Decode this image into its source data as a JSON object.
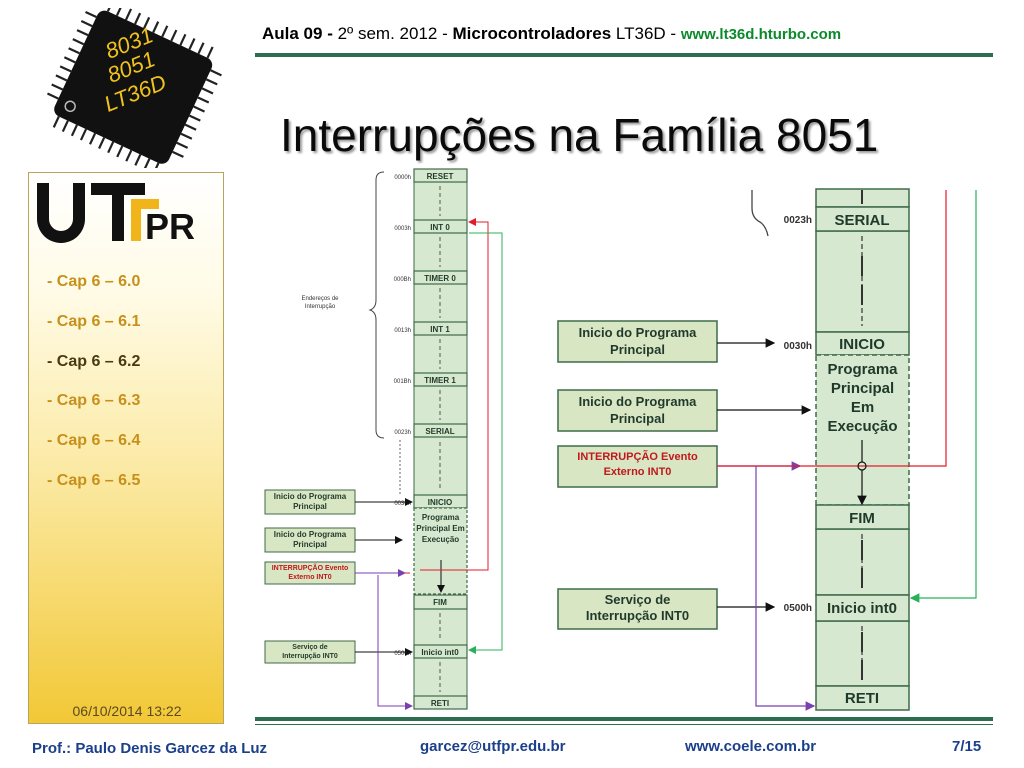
{
  "header": {
    "aula": "Aula 09 -",
    "semestre": "2º sem. 2012 -",
    "disciplina": "Microcontroladores",
    "codigo": "LT36D -",
    "url": "www.lt36d.hturbo.com"
  },
  "logo": {
    "chip_text": [
      "8031",
      "8051",
      "LT36D"
    ]
  },
  "title": "Interrupções na Família 8051",
  "sidebar": {
    "items": [
      {
        "label": "- Cap 6 – 6.0"
      },
      {
        "label": "- Cap 6 – 6.1"
      },
      {
        "label": "- Cap 6 – 6.2",
        "active": true
      },
      {
        "label": "- Cap 6 – 6.3"
      },
      {
        "label": "- Cap 6 – 6.4"
      },
      {
        "label": "- Cap 6 – 6.5"
      }
    ],
    "datetime": "06/10/2014 13:22"
  },
  "diagram_small": {
    "enderecos_label": [
      "Endereços de",
      "Interrupção"
    ],
    "blocks": [
      {
        "addr": "0000h",
        "label": "RESET"
      },
      {
        "addr": "0003h",
        "label": "INT 0"
      },
      {
        "addr": "000Bh",
        "label": "TIMER 0"
      },
      {
        "addr": "0013h",
        "label": "INT 1"
      },
      {
        "addr": "001Bh",
        "label": "TIMER 1"
      },
      {
        "addr": "0023h",
        "label": "SERIAL"
      },
      {
        "addr": "0030h",
        "label": "INICIO"
      },
      {
        "addr": "",
        "label": "Programa Principal Em Execução"
      },
      {
        "addr": "",
        "label": "FIM"
      },
      {
        "addr": "0500h",
        "label": "Inicio int0"
      },
      {
        "addr": "",
        "label": "RETI"
      }
    ],
    "boxes": [
      {
        "label": "Inicio do Programa Principal"
      },
      {
        "label": "Inicio do Programa Principal"
      },
      {
        "label": "INTERRUPÇÃO Evento Externo INT0"
      },
      {
        "label": "Serviço de Interrupção INT0"
      }
    ]
  },
  "diagram_large": {
    "blocks": [
      {
        "addr": "0023h",
        "label": "SERIAL"
      },
      {
        "addr": "0030h",
        "label": "INICIO"
      },
      {
        "addr": "",
        "label": "Programa Principal Em Execução"
      },
      {
        "addr": "",
        "label": "FIM"
      },
      {
        "addr": "0500h",
        "label": "Inicio int0"
      },
      {
        "addr": "",
        "label": "RETI"
      }
    ],
    "boxes": [
      {
        "label": "Inicio do Programa Principal"
      },
      {
        "label": "Inicio do Programa Principal"
      },
      {
        "label": "INTERRUPÇÃO Evento Externo INT0"
      },
      {
        "label": "Serviço de Interrupção INT0"
      }
    ]
  },
  "colors": {
    "block_fill": "#d6e8cf",
    "box_fill": "#d9e6c4",
    "block_stroke": "#3f6b4a",
    "interrupt_text": "#c0181b",
    "arrow_red": "#e11d2b",
    "arrow_green": "#2bb05a",
    "arrow_purple": "#7a3fb0",
    "footer_text": "#1b3f8a",
    "rule": "#2c6e4f"
  },
  "footer": {
    "author": "Prof.: Paulo Denis Garcez da Luz",
    "email": "garcez@utfpr.edu.br",
    "site": "www.coele.com.br",
    "page": "7/15"
  }
}
